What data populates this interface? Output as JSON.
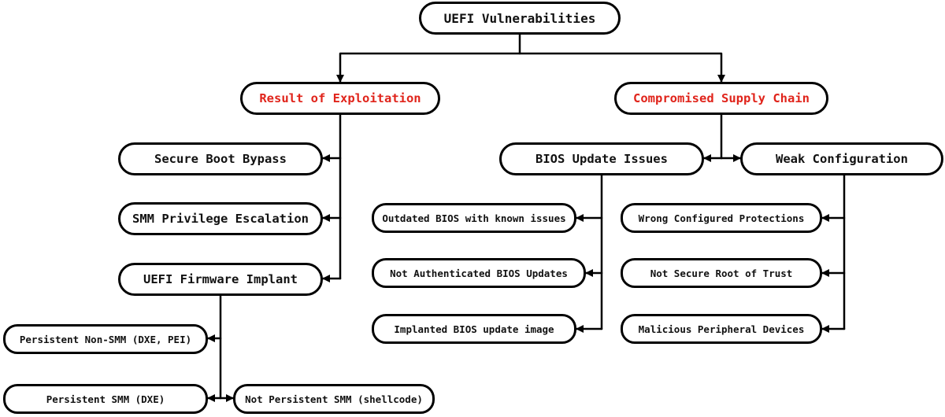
{
  "diagram": {
    "root": "UEFI Vulnerabilities",
    "branches": {
      "result": "Result of Exploitation",
      "supply": "Compromised Supply Chain"
    },
    "result_items": {
      "secure_boot": "Secure Boot Bypass",
      "smm_priv": "SMM Privilege Escalation",
      "firmware_implant": "UEFI Firmware Implant"
    },
    "implant_items": {
      "non_smm": "Persistent Non-SMM (DXE, PEI)",
      "smm_dxe": "Persistent SMM (DXE)",
      "not_persistent": "Not Persistent SMM (shellcode)"
    },
    "supply_items": {
      "bios_update": "BIOS Update Issues",
      "weak_config": "Weak Configuration"
    },
    "bios_items": {
      "outdated": "Outdated BIOS with known issues",
      "not_auth": "Not Authenticated BIOS Updates",
      "implanted": "Implanted BIOS update image"
    },
    "config_items": {
      "wrong_prot": "Wrong Configured Protections",
      "root_trust": "Not Secure Root of Trust",
      "peripheral": "Malicious Peripheral Devices"
    }
  },
  "colors": {
    "highlight_text": "#e0241b",
    "border": "#000000",
    "text": "#111111"
  }
}
